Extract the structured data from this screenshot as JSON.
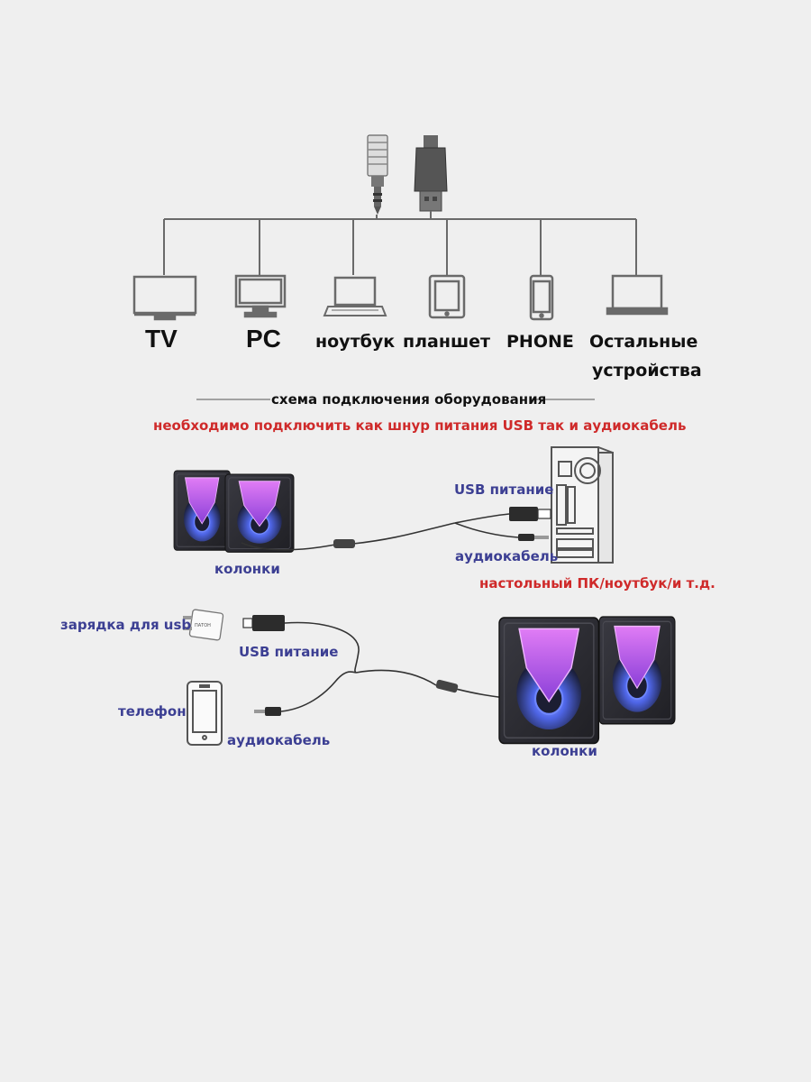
{
  "devices": {
    "tv": "TV",
    "pc": "PC",
    "laptop": "ноутбук",
    "tablet": "планшет",
    "phone": "PHONE",
    "other_line1": "Остальные",
    "other_line2": "устройства"
  },
  "scheme_title": "схема подключения оборудования",
  "warning": "необходимо подключить как шнур питания USB так и аудиокабель",
  "section1": {
    "speakers": "колонки",
    "usb_power": "USB питание",
    "audio_cable": "аудиокабель",
    "computer": "настольный ПК/ноутбук/и т.д."
  },
  "section2": {
    "usb_charger": "зарядка для usb",
    "usb_power": "USB питание",
    "phone": "телефон",
    "audio_cable": "аудиокабель",
    "speakers": "колонки",
    "charger_brand": "ПАТОН"
  },
  "colors": {
    "background": "#efefef",
    "label_blue": "#3c3f93",
    "warning_red": "#cf2a2a",
    "icon_gray": "#6a6a6a",
    "speaker_body": "#2d2d33",
    "speaker_glow_purple": "#c25ce8",
    "speaker_glow_blue": "#4f66e8"
  },
  "icons": [
    "audio-jack-icon",
    "usb-plug-icon",
    "tv-icon",
    "monitor-icon",
    "laptop-icon",
    "tablet-icon",
    "smartphone-icon",
    "notebook-icon",
    "pc-tower-icon",
    "usb-charger-icon",
    "speaker-icon"
  ]
}
